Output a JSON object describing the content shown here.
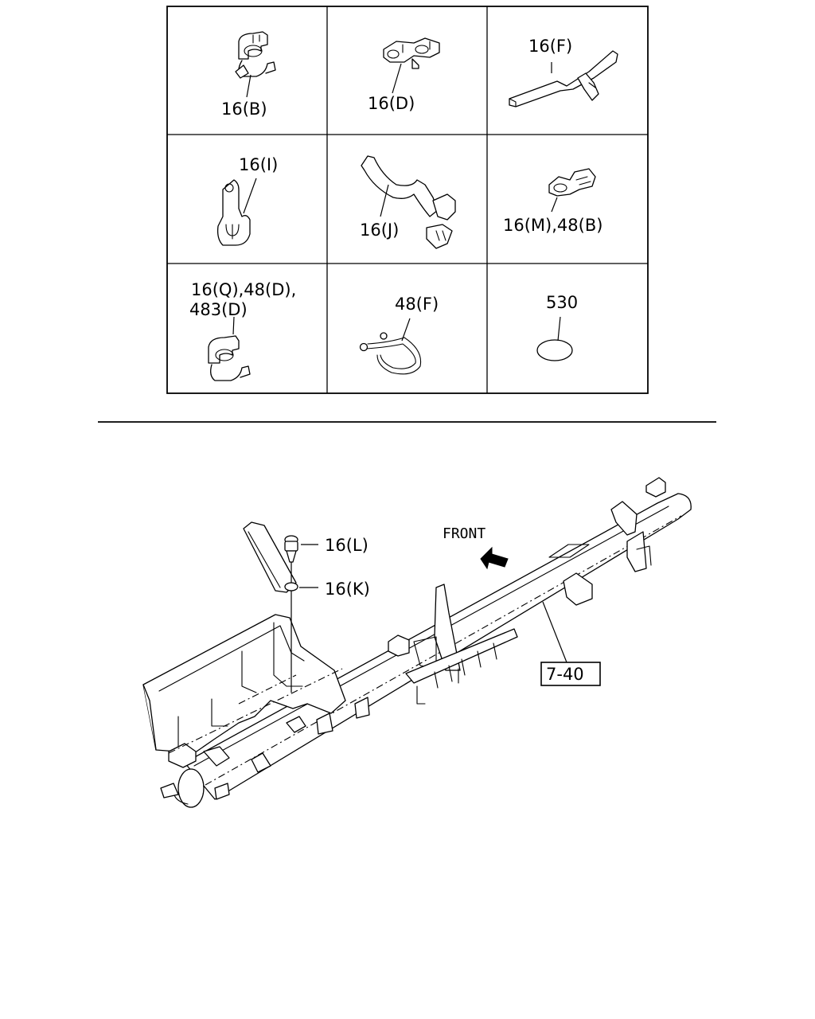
{
  "catalog": {
    "cells": [
      {
        "label": "16(B)",
        "icon": "clip-b-icon"
      },
      {
        "label": "16(D)",
        "icon": "clip-d-icon"
      },
      {
        "label": "16(F)",
        "icon": "clip-f-icon"
      },
      {
        "label": "16(I)",
        "icon": "clip-i-icon"
      },
      {
        "label": "16(J)",
        "icon": "clip-j-icon"
      },
      {
        "label": "16(M),48(B)",
        "icon": "clip-m-icon"
      },
      {
        "label_line1": "16(Q),48(D),",
        "label_line2": "483(D)",
        "icon": "clip-q-icon"
      },
      {
        "label": "48(F)",
        "icon": "band-f-icon"
      },
      {
        "label": "530",
        "icon": "pad-530-icon"
      }
    ]
  },
  "assembly": {
    "front_label": "FRONT",
    "callouts": {
      "clip_l": "16(L)",
      "washer_k": "16(K)",
      "ref_box": "7-40"
    }
  }
}
